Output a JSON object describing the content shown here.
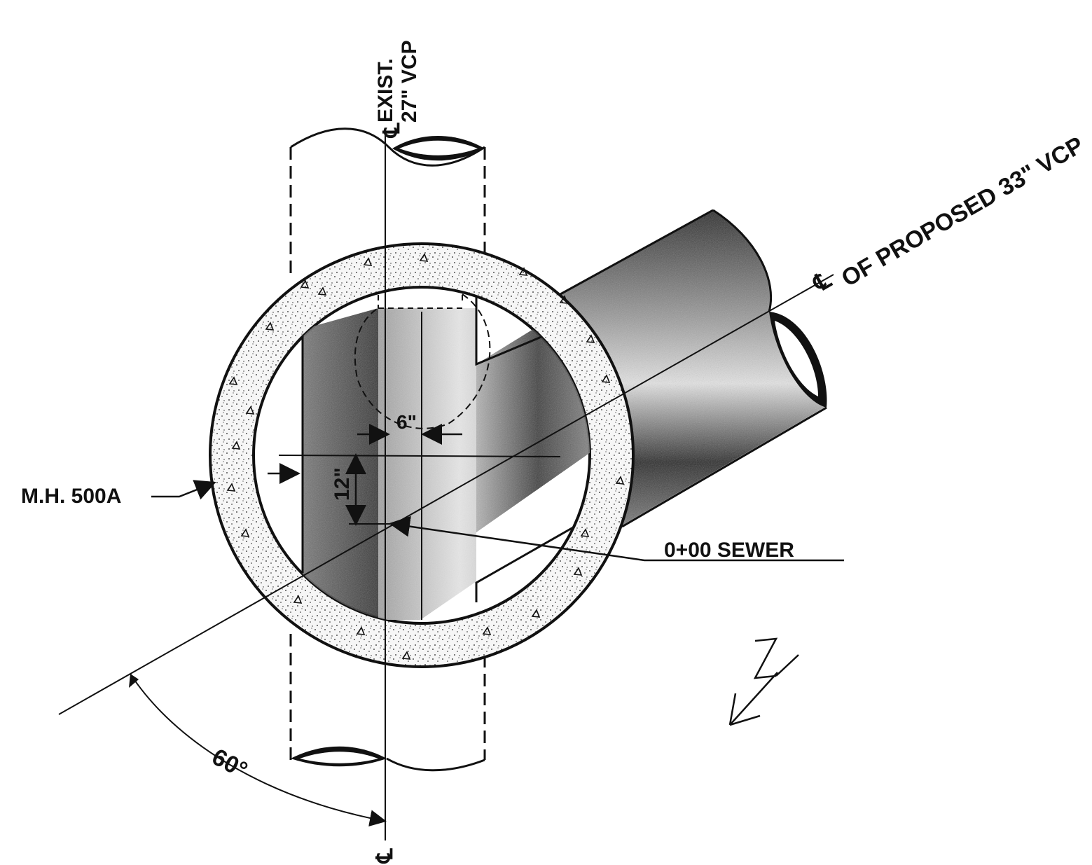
{
  "labels": {
    "existing_pipe_line1": "EXIST.",
    "existing_pipe_line2": "27\" VCP",
    "centerline_symbol": "℄",
    "proposed_line": "OF PROPOSED 33\" VCP",
    "manhole": "M.H. 500A",
    "station": "0+00 SEWER",
    "dim_horizontal": "6\"",
    "dim_vertical": "12\"",
    "angle": "60°"
  },
  "colors": {
    "ink": "#111111",
    "shade": "#3a3a3a",
    "concrete": "#f4f4f4",
    "paper": "#ffffff"
  },
  "icons": {
    "north_arrow": "north-arrow-icon",
    "centerline": "centerline-icon"
  }
}
